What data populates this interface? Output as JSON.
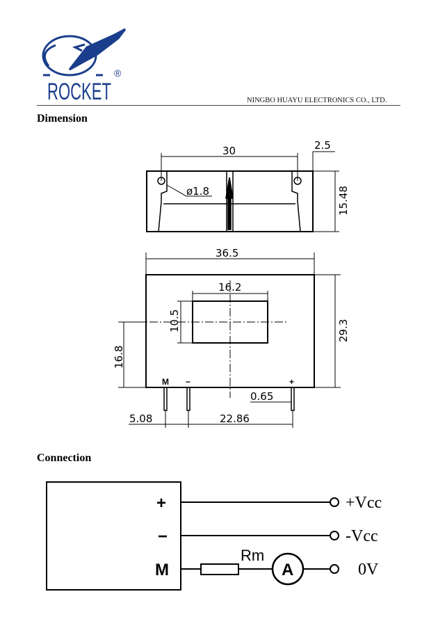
{
  "header": {
    "logo_text": "ROCKET",
    "registered_mark": "®",
    "company": "NINGBO HUAYU ELECTRONICS CO., LTD.",
    "brand_color": "#1a3e8c"
  },
  "sections": {
    "dimension_title": "Dimension",
    "connection_title": "Connection"
  },
  "dimension": {
    "top_view": {
      "width": "30",
      "offset": "2.5",
      "hole_diameter": "ø1.8",
      "height": "15.48"
    },
    "front_view": {
      "overall_width": "36.5",
      "window_width": "16.2",
      "window_height": "10.5",
      "overall_height": "29.3",
      "center_height": "16.8",
      "pin_width": "0.65",
      "pin_pitch_1": "5.08",
      "pin_pitch_2": "22.86",
      "pin_labels": [
        "M",
        "−",
        "+"
      ]
    }
  },
  "connection": {
    "pins": [
      "+",
      "−",
      "M"
    ],
    "terminals": [
      "+Vcc",
      "-Vcc",
      "0V"
    ],
    "resistor_label": "Rm",
    "ammeter_label": "A"
  }
}
